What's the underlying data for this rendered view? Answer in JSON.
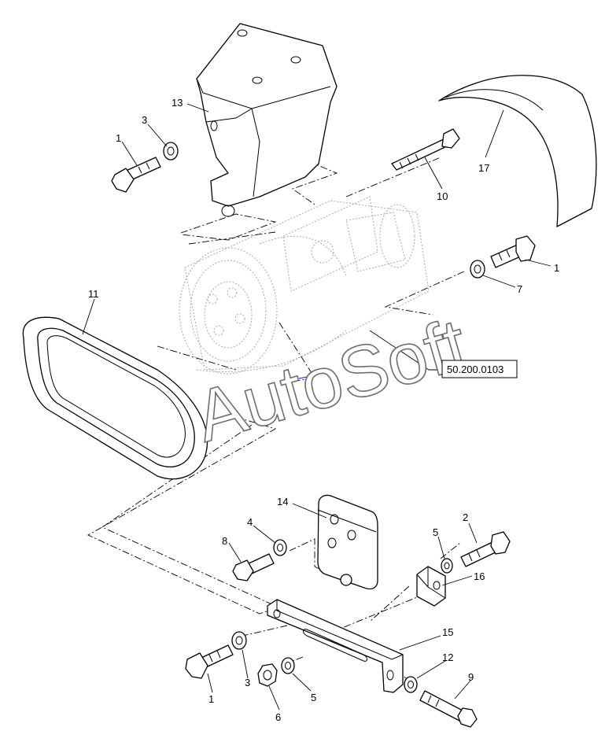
{
  "diagram": {
    "callouts": [
      {
        "id": "c1a",
        "label": "1"
      },
      {
        "id": "c3a",
        "label": "3"
      },
      {
        "id": "c13",
        "label": "13"
      },
      {
        "id": "c10",
        "label": "10"
      },
      {
        "id": "c17",
        "label": "17"
      },
      {
        "id": "c1b",
        "label": "1"
      },
      {
        "id": "c7",
        "label": "7"
      },
      {
        "id": "c11",
        "label": "11"
      },
      {
        "id": "c14",
        "label": "14"
      },
      {
        "id": "c4",
        "label": "4"
      },
      {
        "id": "c8",
        "label": "8"
      },
      {
        "id": "c5a",
        "label": "5"
      },
      {
        "id": "c2",
        "label": "2"
      },
      {
        "id": "c16",
        "label": "16"
      },
      {
        "id": "c15",
        "label": "15"
      },
      {
        "id": "c12",
        "label": "12"
      },
      {
        "id": "c9",
        "label": "9"
      },
      {
        "id": "c1c",
        "label": "1"
      },
      {
        "id": "c3b",
        "label": "3"
      },
      {
        "id": "c5b",
        "label": "5"
      },
      {
        "id": "c6",
        "label": "6"
      }
    ],
    "reference_box": {
      "label": "50.200.0103"
    },
    "watermark": "AutoSoft"
  },
  "colors": {
    "line": "#000000",
    "ghost": "#a9a9a9",
    "background": "#ffffff",
    "watermark_stroke": "#6e6e6e",
    "marker": "#1a3cff"
  }
}
